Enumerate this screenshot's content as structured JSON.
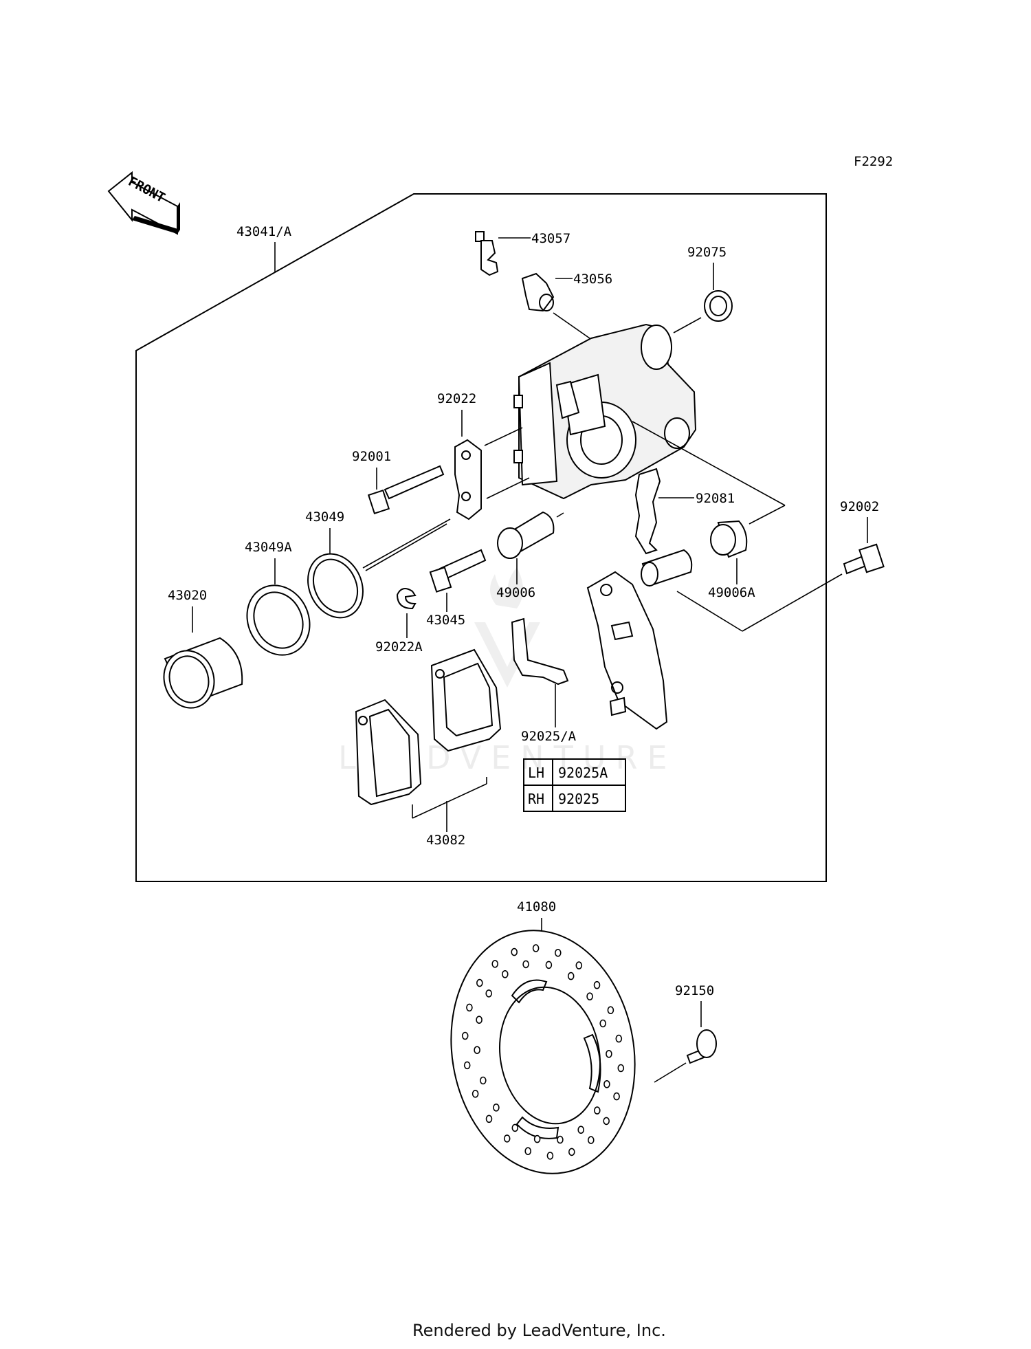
{
  "diagram_code": "F2292",
  "front_label": "FRONT",
  "watermark": "LEADVENTURE",
  "footer": "Rendered by LeadVenture, Inc.",
  "parts": {
    "p43041A": "43041/A",
    "p43057": "43057",
    "p43056": "43056",
    "p92075": "92075",
    "p92022": "92022",
    "p92001": "92001",
    "p92081": "92081",
    "p92002": "92002",
    "p43049": "43049",
    "p43049A": "43049A",
    "p43020": "43020",
    "p49006": "49006",
    "p49006A": "49006A",
    "p43045": "43045",
    "p92022A": "92022A",
    "p92025A": "92025/A",
    "p43082": "43082",
    "p41080": "41080",
    "p92150": "92150"
  },
  "variant_table": {
    "rows": [
      {
        "side": "LH",
        "part": "92025A"
      },
      {
        "side": "RH",
        "part": "92025"
      }
    ]
  }
}
